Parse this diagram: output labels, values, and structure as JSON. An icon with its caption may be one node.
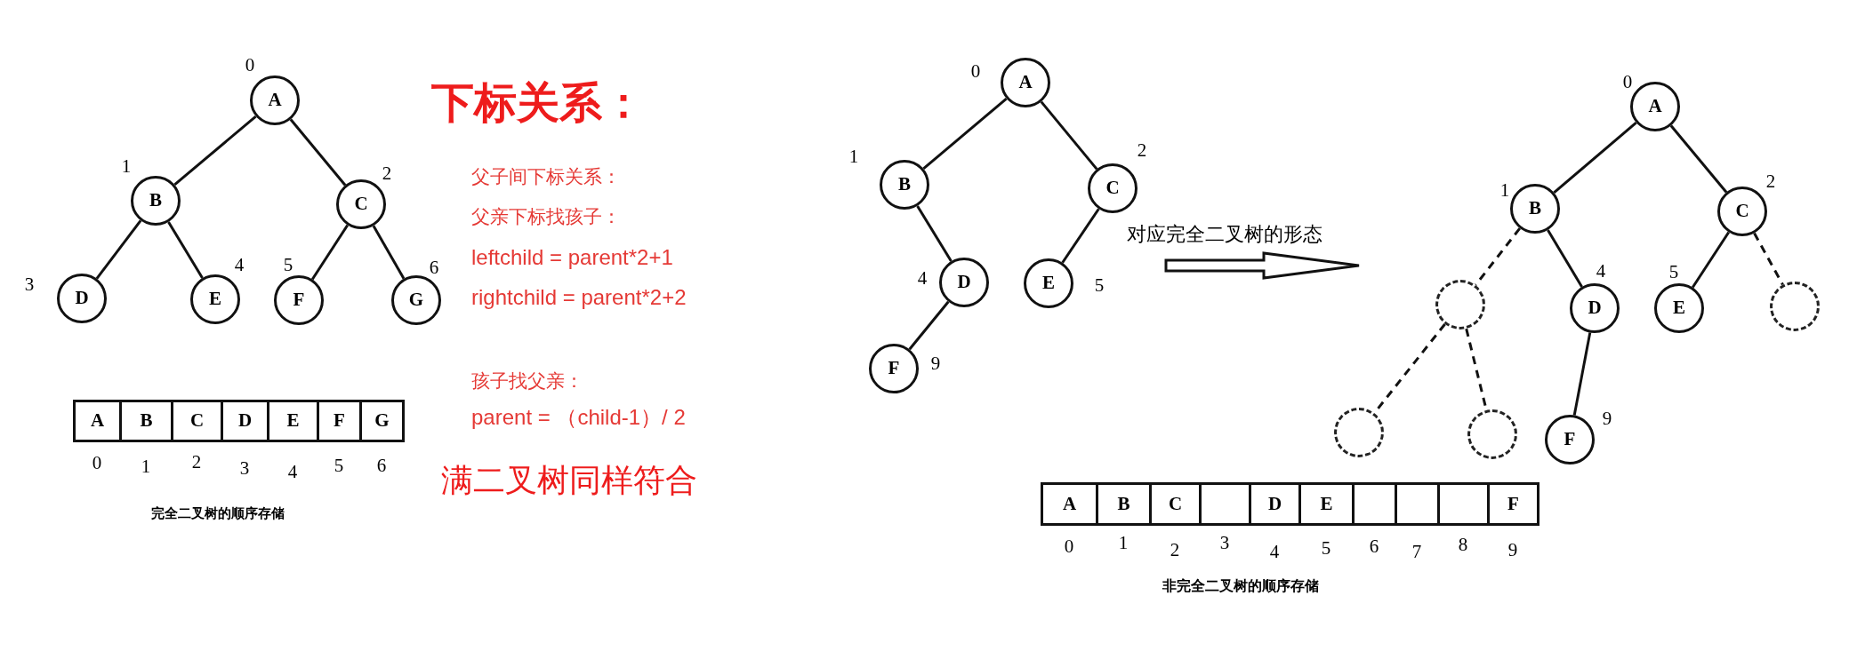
{
  "diagram": {
    "nodes": [
      {
        "text": [
          "A"
        ],
        "beside": [
          "0"
        ]
      },
      {
        "text": [
          "B"
        ],
        "beside": [
          "1"
        ]
      },
      {
        "text": [
          "C"
        ],
        "beside": [
          "2"
        ]
      },
      {
        "text": [
          "D"
        ],
        "beside": [
          "3"
        ]
      },
      {
        "text": [
          "E"
        ],
        "beside": [
          "4"
        ]
      },
      {
        "text": [
          "F"
        ],
        "beside": [
          "5"
        ]
      },
      {
        "text": [
          "G"
        ],
        "beside": [
          "6"
        ]
      },
      {
        "text": [
          "A"
        ],
        "beside": [
          "0"
        ]
      },
      {
        "text": [
          "B"
        ],
        "beside": [
          "1"
        ]
      },
      {
        "text": [
          "C"
        ],
        "beside": [
          "2"
        ]
      },
      {
        "text": [
          "D"
        ],
        "beside": [
          "3"
        ]
      },
      {
        "text": [
          "E"
        ],
        "beside": [
          "4"
        ]
      },
      {
        "text": [
          "F"
        ],
        "beside": [
          "5"
        ]
      },
      {
        "text": [
          "G"
        ],
        "beside": [
          "6"
        ]
      },
      {
        "text": [
          "A"
        ],
        "beside": [
          "0"
        ]
      },
      {
        "text": [
          "B"
        ],
        "beside": [
          "1"
        ]
      },
      {
        "text": [
          "C"
        ],
        "beside": [
          "2"
        ]
      },
      {
        "text": [
          "D"
        ],
        "beside": [
          "4"
        ]
      },
      {
        "text": [
          "E"
        ],
        "beside": [
          "5"
        ]
      },
      {
        "text": [
          "F"
        ],
        "beside": [
          "9"
        ]
      },
      {
        "text": [
          "A"
        ],
        "beside": [
          "0"
        ]
      },
      {
        "text": [
          "B"
        ],
        "beside": [
          "1"
        ]
      },
      {
        "text": [
          "C"
        ],
        "beside": [
          "2"
        ]
      },
      {
        "text": [],
        "shape": "circle"
      },
      {
        "text": [
          "D"
        ],
        "beside": [
          "4"
        ]
      },
      {
        "text": [
          "E"
        ],
        "beside": [
          "5"
        ]
      },
      {
        "text": [],
        "shape": "circle"
      },
      {
        "text": [],
        "shape": "circle"
      },
      {
        "text": [],
        "shape": "circle"
      },
      {
        "text": [
          "F"
        ],
        "beside": [
          "9"
        ]
      },
      {
        "text": [
          "A"
        ],
        "beside": [
          "0"
        ]
      },
      {
        "text": [
          "B"
        ],
        "beside": [
          "1"
        ]
      },
      {
        "text": [
          "C"
        ],
        "beside": [
          "2"
        ]
      },
      {
        "text": [],
        "shape": "box",
        "beside": [
          "3"
        ]
      },
      {
        "text": [
          "D"
        ],
        "beside": [
          "4"
        ]
      },
      {
        "text": [
          "E"
        ],
        "beside": [
          "5"
        ]
      },
      {
        "text": [],
        "shape": "box",
        "beside": [
          "6"
        ]
      },
      {
        "text": [],
        "shape": "box",
        "beside": [
          "7"
        ]
      },
      {
        "text": [],
        "shape": "box",
        "beside": [
          "8"
        ]
      },
      {
        "text": [
          "F"
        ],
        "beside": [
          "9"
        ]
      }
    ],
    "edges": [
      {
        "from": 0,
        "to": 1,
        "arrow": "none"
      },
      {
        "from": 0,
        "to": 2,
        "arrow": "none"
      },
      {
        "from": 1,
        "to": 3,
        "arrow": "none"
      },
      {
        "from": 1,
        "to": 4,
        "arrow": "none"
      },
      {
        "from": 2,
        "to": 5,
        "arrow": "none"
      },
      {
        "from": 2,
        "to": 6,
        "arrow": "none"
      },
      {
        "from": 14,
        "to": 15,
        "arrow": "none"
      },
      {
        "from": 14,
        "to": 16,
        "arrow": "none"
      },
      {
        "from": 15,
        "to": 17,
        "arrow": "none"
      },
      {
        "from": 16,
        "to": 18,
        "arrow": "none"
      },
      {
        "from": 17,
        "to": 19,
        "arrow": "none"
      },
      {
        "from": 20,
        "to": 21,
        "arrow": "none"
      },
      {
        "from": 20,
        "to": 22,
        "arrow": "none"
      },
      {
        "from": 21,
        "to": 23,
        "arrow": "none",
        "style": "dashed"
      },
      {
        "from": 21,
        "to": 24,
        "arrow": "none"
      },
      {
        "from": 22,
        "to": 25,
        "arrow": "none"
      },
      {
        "from": 22,
        "to": 26,
        "arrow": "none",
        "style": "dashed"
      },
      {
        "from": 23,
        "to": 27,
        "arrow": "none",
        "style": "dashed"
      },
      {
        "from": 23,
        "to": 28,
        "arrow": "none",
        "style": "dashed"
      },
      {
        "from": 24,
        "to": 29,
        "arrow": "none"
      }
    ],
    "labels": [
      "下标关系：",
      "父子间下标关系：",
      "父亲下标找孩子：",
      "leftchild = parent*2+1",
      "rightchild = parent*2+2",
      "孩子找父亲：",
      "parent = （child-1）/ 2",
      "满二叉树同样符合",
      "完全二叉树的顺序存储",
      "对应完全二叉树的形态",
      "非完全二叉树的顺序存储"
    ]
  }
}
